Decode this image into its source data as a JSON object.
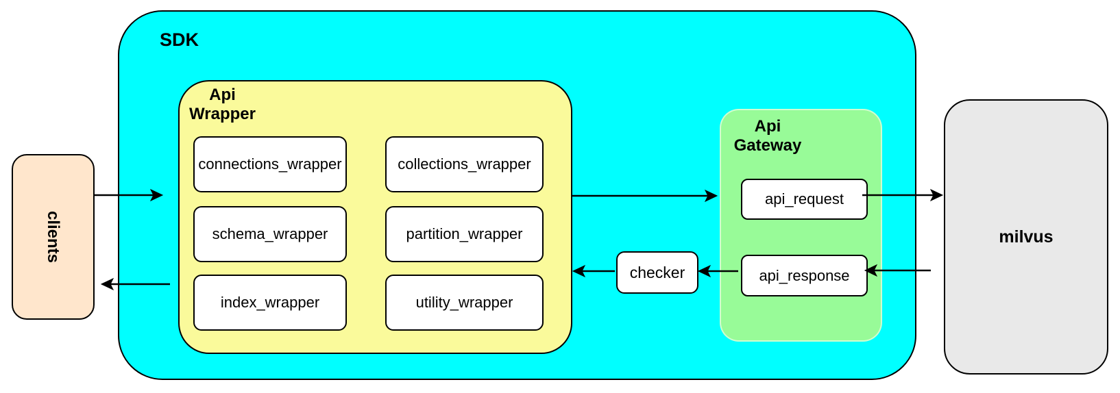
{
  "diagram": {
    "clients": {
      "label": "clients",
      "fill": "#FFE6CC"
    },
    "sdk": {
      "label": "SDK",
      "fill": "#00FFFF"
    },
    "api_wrapper": {
      "label_lines": [
        "Api",
        "Wrapper"
      ],
      "fill": "#FAFA9B",
      "modules": [
        "connections_wrapper",
        "collections_wrapper",
        "schema_wrapper",
        "partition_wrapper",
        "index_wrapper",
        "utility_wrapper"
      ],
      "module_fill": "#FFFFFF"
    },
    "checker": {
      "label": "checker",
      "fill": "#FFFFFF"
    },
    "api_gateway": {
      "label_lines": [
        "Api",
        "Gateway"
      ],
      "fill": "#98FB98",
      "request_label": "api_request",
      "response_label": "api_response"
    },
    "milvus": {
      "label": "milvus",
      "fill": "#E9E9E9"
    },
    "arrow_color": "#000000"
  }
}
